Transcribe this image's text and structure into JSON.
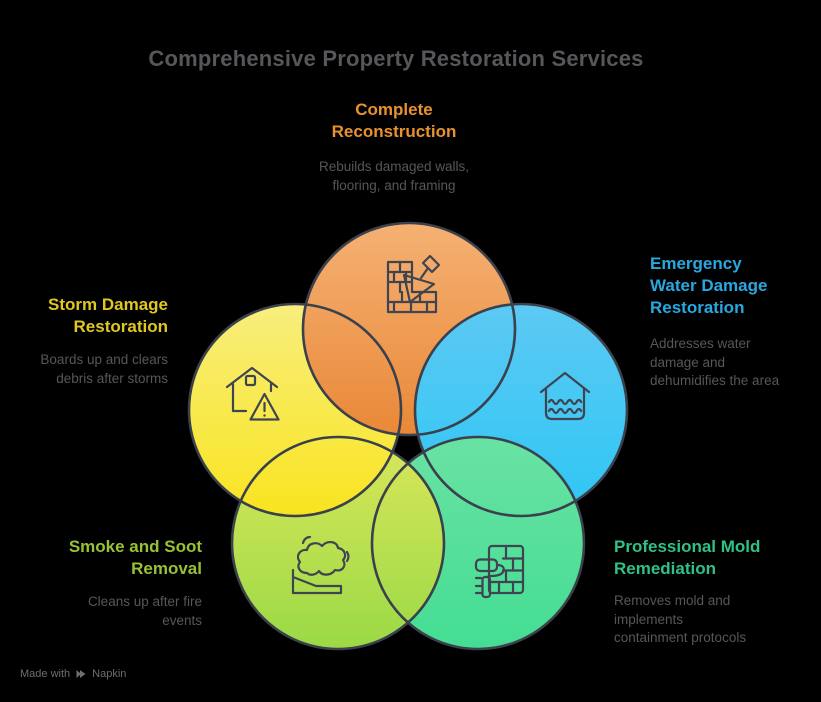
{
  "title": "Comprehensive Property Restoration Services",
  "colors": {
    "background": "#000000",
    "title_text": "#55575A",
    "description_text": "#55575A",
    "circle_outline": "#3A404C",
    "icon_stroke": "#3E4450",
    "accent_orange": "#E8912F",
    "accent_blue": "#29A8E0",
    "accent_yellow": "#DFC81F",
    "accent_lime": "#98C233",
    "accent_green": "#30C187"
  },
  "segments": [
    {
      "id": "complete-reconstruction",
      "label_lines": [
        "Complete",
        "Reconstruction"
      ],
      "description_lines": [
        "Rebuilds damaged walls,",
        "flooring, and framing"
      ],
      "accent": "#E8912F",
      "icon": "brick-wall-trowel-icon",
      "circle_gradient": [
        "#F5B173",
        "#E98838"
      ]
    },
    {
      "id": "emergency-water-damage-restoration",
      "label_lines": [
        "Emergency",
        "Water Damage",
        "Restoration"
      ],
      "description_lines": [
        "Addresses water",
        "damage and",
        "dehumidifies the area"
      ],
      "accent": "#29A8E0",
      "icon": "flooded-house-icon",
      "circle_gradient": [
        "#5CC9F3",
        "#2EC6F4"
      ]
    },
    {
      "id": "storm-damage-restoration",
      "label_lines": [
        "Storm Damage",
        "Restoration"
      ],
      "description_lines": [
        "Boards up and clears",
        "debris after storms"
      ],
      "accent": "#DFC81F",
      "icon": "house-warning-icon",
      "circle_gradient": [
        "#F8EE7D",
        "#F9E41F"
      ]
    },
    {
      "id": "smoke-and-soot-removal",
      "label_lines": [
        "Smoke and Soot",
        "Removal"
      ],
      "description_lines": [
        "Cleans up after fire",
        "events"
      ],
      "accent": "#98C233",
      "icon": "smoke-cloud-icon",
      "circle_gradient": [
        "#D9E75A",
        "#9BD946"
      ]
    },
    {
      "id": "professional-mold-remediation",
      "label_lines": [
        "Professional Mold",
        "Remediation"
      ],
      "description_lines": [
        "Removes mold and",
        "implements",
        "containment protocols"
      ],
      "accent": "#30C187",
      "icon": "paint-roller-wall-icon",
      "circle_gradient": [
        "#69E2A3",
        "#44DD93"
      ]
    }
  ],
  "watermark": {
    "made_with": "Made with",
    "brand": "Napkin",
    "icon": "napkin-logo-icon"
  }
}
